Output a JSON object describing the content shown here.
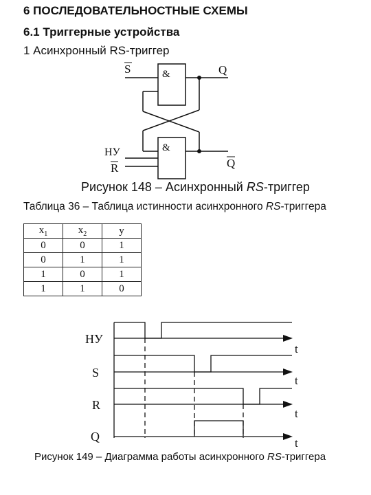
{
  "headings": {
    "chapter": "6 ПОСЛЕДОВАТЕЛЬНОСТНЫЕ СХЕМЫ",
    "section": "6.1 Триггерные устройства",
    "item": "1 Асинхронный RS-триггер"
  },
  "figure148": {
    "gate_symbol": "&",
    "label_s": "S",
    "label_q": "Q",
    "label_nu": "НУ",
    "label_r": "R",
    "label_qbar": "Q",
    "caption_prefix": "Рисунок 148 – Асинхронный ",
    "caption_italic": "RS",
    "caption_suffix": "-триггер"
  },
  "table36": {
    "caption_prefix": "Таблица 36 – Таблица истинности асинхронного ",
    "caption_italic": "RS",
    "caption_suffix": "-триггера",
    "header": {
      "x1": "x",
      "x1_sub": "1",
      "x2": "x",
      "x2_sub": "2",
      "y": "y"
    },
    "rows": [
      [
        "0",
        "0",
        "1"
      ],
      [
        "0",
        "1",
        "1"
      ],
      [
        "1",
        "0",
        "1"
      ],
      [
        "1",
        "1",
        "0"
      ]
    ]
  },
  "figure149": {
    "signals": [
      "НУ",
      "S",
      "R",
      "Q"
    ],
    "axis_label": "t",
    "caption_prefix": "Рисунок 149 – Диаграмма работы асинхронного ",
    "caption_italic": "RS",
    "caption_suffix": "-триггера"
  }
}
